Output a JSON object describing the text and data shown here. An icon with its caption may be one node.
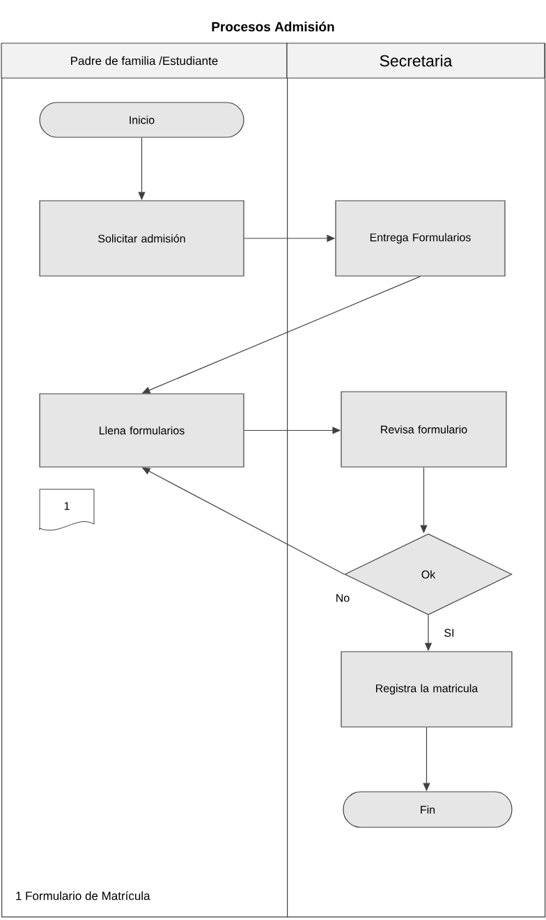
{
  "diagram": {
    "title": "Procesos Admisión",
    "nodes": [
      {
        "text": [
          "Padre de familia /Estudiante"
        ]
      },
      {
        "text": [
          "Secretaria"
        ]
      },
      {
        "text": [
          "Inicio"
        ],
        "in": 0
      },
      {
        "text": [
          "Solicitar admisión"
        ],
        "in": 0
      },
      {
        "text": [
          "Entrega Formularios"
        ],
        "in": 1
      },
      {
        "text": [
          "Llena formularios"
        ],
        "in": 0
      },
      {
        "text": [
          "Revisa formulario"
        ],
        "in": 1
      },
      {
        "text": [
          "1"
        ],
        "in": 0
      },
      {
        "text": [
          "Ok"
        ],
        "in": 1
      },
      {
        "text": [
          "Registra la matricula"
        ],
        "in": 1
      },
      {
        "text": [
          "Fin"
        ],
        "in": 1
      }
    ],
    "edges": [
      {
        "from": 2,
        "to": 3,
        "arrow": "to"
      },
      {
        "from": 3,
        "to": 4,
        "arrow": "to"
      },
      {
        "from": 4,
        "to": 5,
        "arrow": "to"
      },
      {
        "from": 5,
        "to": 6,
        "arrow": "to"
      },
      {
        "from": 6,
        "to": 8,
        "arrow": "to"
      },
      {
        "from": 8,
        "to": 5,
        "arrow": "to",
        "label": "No"
      },
      {
        "from": 8,
        "to": 9,
        "arrow": "to",
        "label": "SI"
      },
      {
        "from": 9,
        "to": 10,
        "arrow": "to"
      }
    ],
    "labels": [
      "1 Formulario de Matrícula"
    ]
  }
}
